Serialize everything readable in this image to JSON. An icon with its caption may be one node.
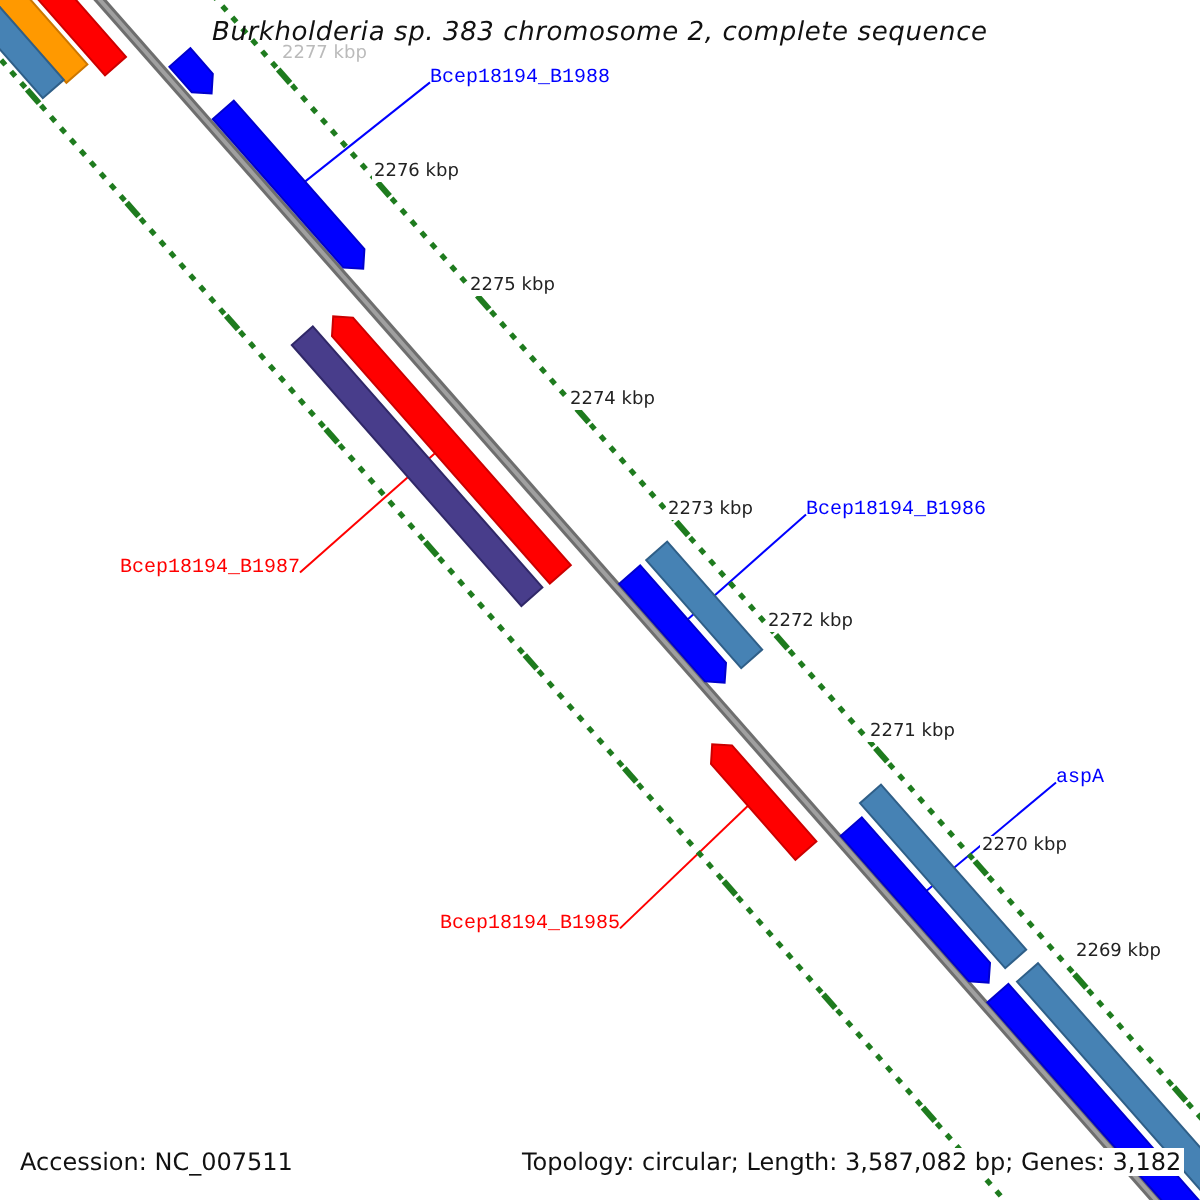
{
  "diagram": {
    "title": "Burkholderia sp. 383 chromosome 2, complete sequence",
    "nodes": [
      {
        "text": [
          "Bcep18194_B1988"
        ]
      },
      {
        "text": [
          "Bcep18194_B1986"
        ]
      },
      {
        "text": [
          "Bcep18194_B1987"
        ]
      },
      {
        "text": [
          "aspA"
        ]
      },
      {
        "text": [
          "Bcep18194_B1985"
        ]
      },
      {
        "text": [],
        "shape": "arrow"
      },
      {
        "text": [],
        "shape": "arrow"
      },
      {
        "text": [],
        "shape": "arrow"
      },
      {
        "text": [],
        "shape": "arrow"
      },
      {
        "text": [],
        "shape": "arrow"
      }
    ],
    "edges": [
      {
        "from": 0,
        "to": 5,
        "arrow": "none"
      },
      {
        "from": 1,
        "to": 7,
        "arrow": "none"
      },
      {
        "from": 2,
        "to": 6,
        "arrow": "none",
        "color": "#ff0000"
      },
      {
        "from": 3,
        "to": 9,
        "arrow": "none"
      },
      {
        "from": 4,
        "to": 8,
        "arrow": "none",
        "color": "#ff0000"
      }
    ],
    "labels": [
      "2277 kbp",
      "2276 kbp",
      "2275 kbp",
      "2274 kbp",
      "2273 kbp",
      "2272 kbp",
      "2271 kbp",
      "2270 kbp",
      "2269 kbp",
      "Accession: NC_007511",
      "Topology: circular; Length: 3,587,082 bp; Genes: 3,182"
    ]
  }
}
